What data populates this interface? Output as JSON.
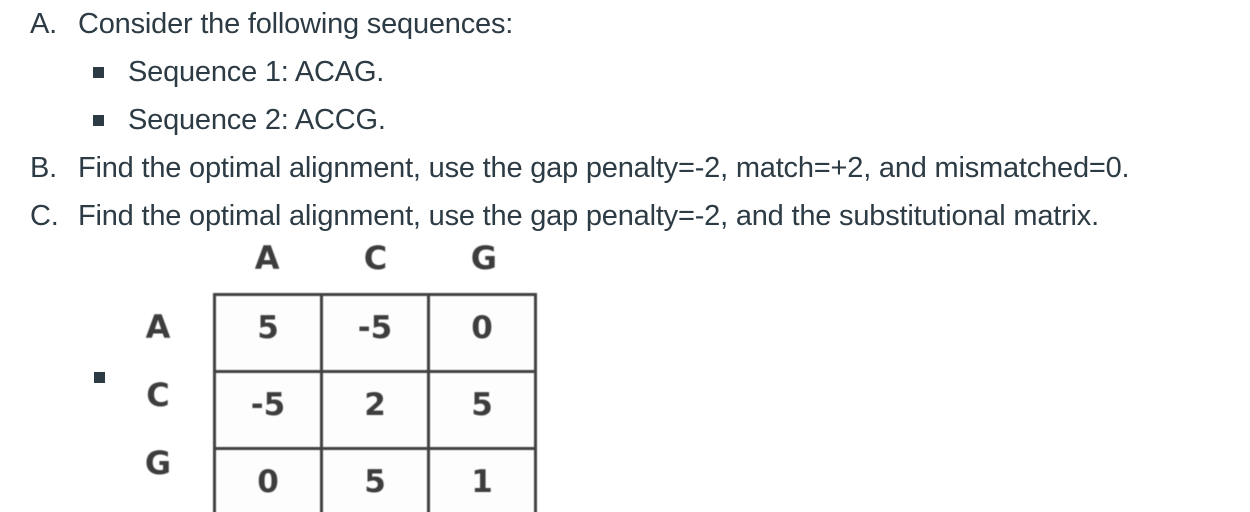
{
  "colors": {
    "text": "#2d3b45",
    "matrix_text": "#3d3d3d",
    "matrix_border": "#424242",
    "background": "#ffffff"
  },
  "list": {
    "item_a": {
      "marker": "A.",
      "text": "Consider the following sequences:"
    },
    "bullet_1": "Sequence 1: ACAG.",
    "bullet_2": "Sequence 2: ACCG.",
    "item_b": {
      "marker": "B.",
      "text": "Find the optimal alignment, use the gap penalty=-2, match=+2, and mismatched=0."
    },
    "item_c": {
      "marker": "C.",
      "text": "Find the optimal alignment, use the gap penalty=-2, and the substitutional matrix."
    }
  },
  "chart_data": {
    "type": "table",
    "column_headers": [
      "A",
      "C",
      "G"
    ],
    "row_headers": [
      "A",
      "C",
      "G"
    ],
    "rows": [
      [
        "5",
        "-5",
        "0"
      ],
      [
        "-5",
        "2",
        "5"
      ],
      [
        "0",
        "5",
        "1"
      ]
    ]
  }
}
